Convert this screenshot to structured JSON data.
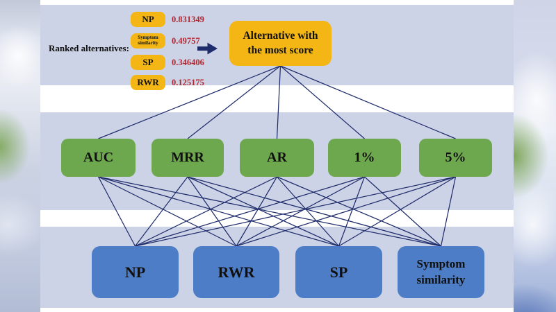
{
  "legend": {
    "label": "Ranked alternatives:",
    "items": [
      {
        "name": "NP",
        "value": "0.831349"
      },
      {
        "name": "Symptom similarity",
        "value": "0.49757"
      },
      {
        "name": "SP",
        "value": "0.346406"
      },
      {
        "name": "RWR",
        "value": "0.125175"
      }
    ]
  },
  "nodes": {
    "goal": {
      "id": "goal",
      "label": "Alternative with the most score"
    },
    "criteria": [
      {
        "id": "c0",
        "label": "AUC"
      },
      {
        "id": "c1",
        "label": "MRR"
      },
      {
        "id": "c2",
        "label": "AR"
      },
      {
        "id": "c3",
        "label": "1%"
      },
      {
        "id": "c4",
        "label": "5%"
      }
    ],
    "alternatives": [
      {
        "id": "a0",
        "label": "NP"
      },
      {
        "id": "a1",
        "label": "RWR"
      },
      {
        "id": "a2",
        "label": "SP"
      },
      {
        "id": "a3",
        "label": "Symptom similarity"
      }
    ]
  },
  "edges": [
    [
      "goal",
      "c0"
    ],
    [
      "goal",
      "c1"
    ],
    [
      "goal",
      "c2"
    ],
    [
      "goal",
      "c3"
    ],
    [
      "goal",
      "c4"
    ],
    [
      "c0",
      "a0"
    ],
    [
      "c0",
      "a1"
    ],
    [
      "c0",
      "a2"
    ],
    [
      "c0",
      "a3"
    ],
    [
      "c1",
      "a0"
    ],
    [
      "c1",
      "a1"
    ],
    [
      "c1",
      "a2"
    ],
    [
      "c1",
      "a3"
    ],
    [
      "c2",
      "a0"
    ],
    [
      "c2",
      "a1"
    ],
    [
      "c2",
      "a2"
    ],
    [
      "c2",
      "a3"
    ],
    [
      "c3",
      "a0"
    ],
    [
      "c3",
      "a1"
    ],
    [
      "c3",
      "a2"
    ],
    [
      "c3",
      "a3"
    ],
    [
      "c4",
      "a0"
    ],
    [
      "c4",
      "a1"
    ],
    [
      "c4",
      "a2"
    ],
    [
      "c4",
      "a3"
    ]
  ],
  "colors": {
    "background": "#cdd3e6",
    "stripe": "#ffffff",
    "goal_fill": "#f3b614",
    "criterion_fill": "#6ea84e",
    "alternative_fill": "#4d7dc6",
    "edge_line": "#1f2c6b",
    "value_text": "#b02730",
    "label_text": "#101010"
  }
}
